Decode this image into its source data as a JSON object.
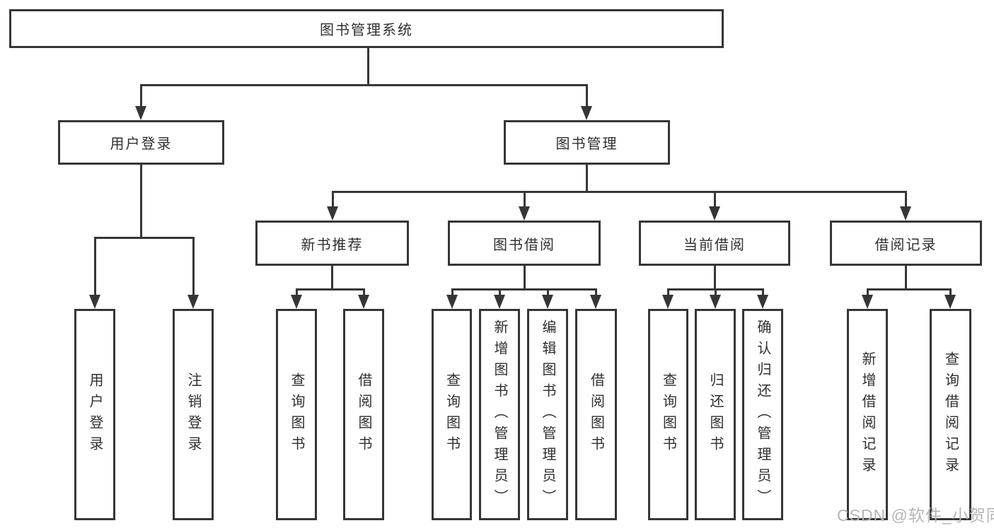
{
  "colors": {
    "line": "#363636",
    "text": "#2f2f2f",
    "background": "#ffffff",
    "watermark": "#b5b5b5"
  },
  "tree": {
    "root": {
      "label": "图书管理系统"
    },
    "branches": [
      {
        "label": "用户登录",
        "children": [
          "用户登录",
          "注销登录"
        ]
      },
      {
        "label": "图书管理",
        "children": [
          {
            "label": "新书推荐",
            "children": [
              "查询图书",
              "借阅图书"
            ]
          },
          {
            "label": "图书借阅",
            "children": [
              "查询图书",
              "新增图书（管理员）",
              "编辑图书（管理员）",
              "借阅图书"
            ]
          },
          {
            "label": "当前借阅",
            "children": [
              "查询图书",
              "归还图书",
              "确认归还（管理员）"
            ]
          },
          {
            "label": "借阅记录",
            "children": [
              "新增借阅记录",
              "查询借阅记录"
            ]
          }
        ]
      }
    ]
  },
  "watermark": {
    "text": "CSDN @软件_小贺同学"
  }
}
